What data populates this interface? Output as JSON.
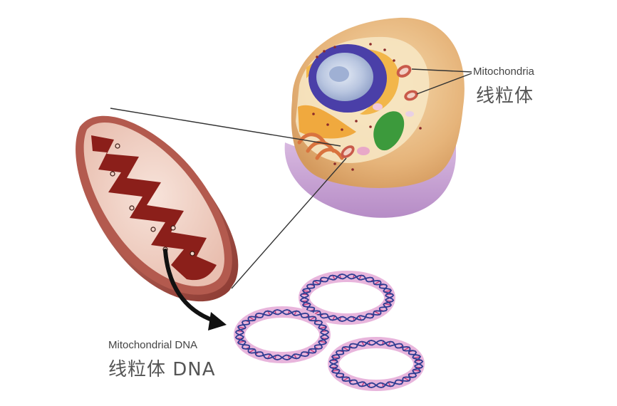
{
  "labels": {
    "mitochondria_en": "Mitochondria",
    "mitochondria_zh": "线粒体",
    "mtdna_en": "Mitochondrial DNA",
    "mtdna_zh": "线粒体 DNA"
  },
  "colors": {
    "cell_membrane": "#e8b884",
    "cytoplasm": "#f3d9b0",
    "lower_cell": "#c9a6d8",
    "nucleus_outer": "#4a3fa8",
    "nucleus_inner": "#cfd8ec",
    "mito_outer": "#b35a4e",
    "mito_inner": "#8b1f1a",
    "mito_matrix": "#f2d4c8",
    "plasmid_ring": "#e8b5dc",
    "dna_strand": "#2e3d92",
    "dna_rung": "#c53a7a",
    "golgi": "#e4925c",
    "er": "#f0b84a",
    "chloro_green": "#3c9a3c"
  },
  "icons": {
    "arrow": "curved-arrow-icon"
  }
}
